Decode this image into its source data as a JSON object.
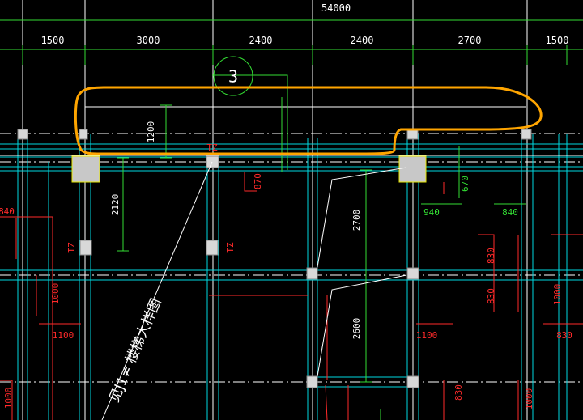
{
  "drawing": {
    "overall_dimension": "54000",
    "bay_dimensions": [
      "1500",
      "3000",
      "2400",
      "2400",
      "2700",
      "1500"
    ],
    "axis_bubble": "3",
    "column_tags": [
      "TZ",
      "TZ",
      "TZ"
    ],
    "vertical_dimensions": {
      "v1200": "1200",
      "v2120": "2120",
      "v2700": "2700",
      "v2600": "2600"
    },
    "red_dimensions": {
      "d870": "870",
      "d840_left": "840",
      "d1000_left": "1000",
      "d1100_left": "1100",
      "d1000_bottom_left": "1000",
      "d1100_right": "1100",
      "d830_bottom": "830",
      "d1000_bottom_right": "1000",
      "d830_right_top": "830",
      "d830_right_mid": "830",
      "d1000_right": "1000",
      "d830_far_right": "830"
    },
    "green_dimensions": {
      "g670": "670",
      "g940": "940",
      "g840": "840"
    },
    "leader_note": "见J1≠ 楼梯大样图",
    "colors": {
      "background": "#000000",
      "highlight": "#ffa500",
      "axis_line": "#ffffff",
      "wall_cyan": "#00d8e0",
      "dim_red": "#ff2a2a",
      "dim_green": "#33dd33",
      "column_fill": "#d8d8d8"
    }
  }
}
